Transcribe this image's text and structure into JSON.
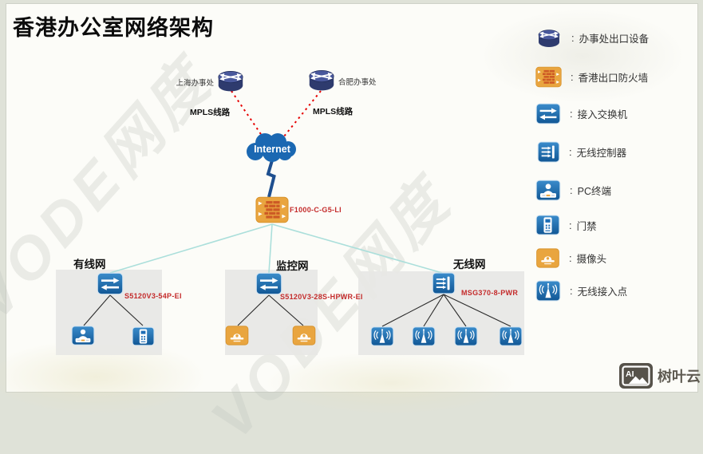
{
  "title": "香港办公室网络架构",
  "watermark_text": "VODE网度",
  "topology": {
    "branches": [
      {
        "name": "上海办事处",
        "line_label": "MPLS线路"
      },
      {
        "name": "合肥办事处",
        "line_label": "MPLS线路"
      }
    ],
    "internet_label": "Internet",
    "firewall_model": "F1000-C-G5-LI",
    "sections": [
      {
        "name": "有线网",
        "switch_model": "S5120V3-54P-EI",
        "devices": [
          "PC终端",
          "门禁"
        ]
      },
      {
        "name": "监控网",
        "switch_model": "S5120V3-28S-HPWR-EI",
        "devices": [
          "摄像头",
          "摄像头"
        ]
      },
      {
        "name": "无线网",
        "controller_model": "MSG370-8-PWR",
        "devices": [
          "无线接入点",
          "无线接入点",
          "无线接入点",
          "无线接入点"
        ]
      }
    ]
  },
  "legend": {
    "separator": ":",
    "items": [
      {
        "icon": "router-icon",
        "label": "办事处出口设备"
      },
      {
        "icon": "firewall-icon",
        "label": "香港出口防火墙"
      },
      {
        "icon": "switch-icon",
        "label": "接入交换机"
      },
      {
        "icon": "wireless-controller-icon",
        "label": "无线控制器"
      },
      {
        "icon": "pc-terminal-icon",
        "label": "PC终端"
      },
      {
        "icon": "door-access-icon",
        "label": "门禁"
      },
      {
        "icon": "camera-icon",
        "label": "摄像头"
      },
      {
        "icon": "wireless-ap-icon",
        "label": "无线接入点"
      }
    ]
  },
  "branding": {
    "logo_text": "AI",
    "name": "树叶云"
  },
  "colors": {
    "device_blue": "#1566b0",
    "device_orange": "#e9a53f",
    "router_navy": "#2e3b6e",
    "model_red": "#c42b2b",
    "internet_blue": "#1b68b2",
    "link_teal": "#abdfdb",
    "mpls_red": "#e60000"
  }
}
